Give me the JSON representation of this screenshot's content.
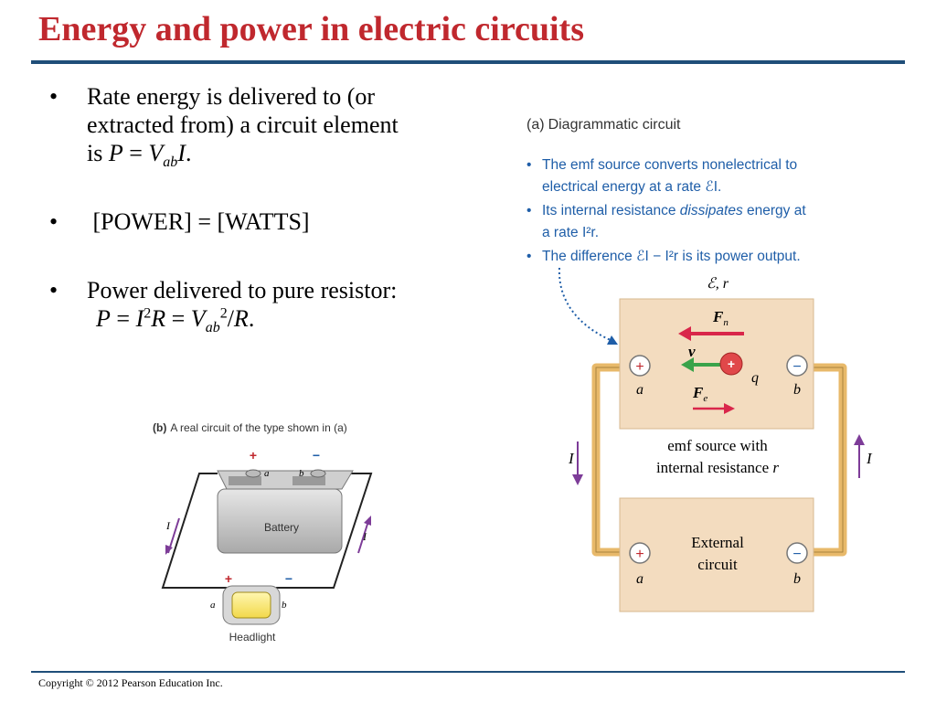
{
  "slide": {
    "title": "Energy and power in electric circuits",
    "copyright": "Copyright © 2012 Pearson Education Inc."
  },
  "bullets": [
    {
      "glyph": "•",
      "line1": "Rate energy is delivered to (or",
      "line2": "extracted from) a circuit element",
      "line3_prefix": "is ",
      "eq_P": "P",
      "eq_eq": " = ",
      "eq_V": "V",
      "eq_sub": "ab",
      "eq_I": "I",
      "eq_end": "."
    },
    {
      "glyph": "•",
      "text": " [POWER] = [WATTS]"
    },
    {
      "glyph": "•",
      "line1": "Power delivered to pure resistor:",
      "f_P": "P",
      "f_eq1": " = ",
      "f_I": "I",
      "f_sup": "2",
      "f_R": "R",
      "f_eq2": " = ",
      "f_V": "V",
      "f_sub": "ab",
      "f_sup2": "2",
      "f_slash": "/",
      "f_R2": "R",
      "f_end": "."
    }
  ],
  "figure_b": {
    "caption_letter": "(b)",
    "caption_text": "A real circuit of the type shown in (a)",
    "battery_label": "Battery",
    "headlight_label": "Headlight",
    "plus": "+",
    "minus": "−",
    "a": "a",
    "b": "b",
    "current": "I"
  },
  "figure_a": {
    "caption_letter": "(a)",
    "caption_text": "Diagrammatic circuit",
    "notes": [
      {
        "l1": "The emf source converts nonelectrical to",
        "l2": "electrical energy at a rate ℰI."
      },
      {
        "l1a": "Its internal resistance ",
        "l1b": "dissipates",
        "l1c": " energy at",
        "l2": "a rate I²r."
      },
      {
        "l1": "The difference ℰI − I²r is its power output."
      }
    ],
    "emf_label": "ℰ, r",
    "Fn": "F",
    "Fn_sub": "n",
    "Fe": "F",
    "Fe_sub": "e",
    "v": "v",
    "q": "q",
    "source_l1": "emf source with",
    "source_l2": "internal resistance ",
    "source_r": "r",
    "external_l1": "External",
    "external_l2": "circuit",
    "plus": "+",
    "minus": "−",
    "a": "a",
    "b": "b",
    "current": "I"
  },
  "colors": {
    "title": "#c0282e",
    "rule": "#1f4e79",
    "box_fill": "#f3dcbf",
    "wire": "#e8b96a",
    "red_arrow": "#d9264a",
    "green_arrow": "#3aa34a",
    "purple": "#7d3c98",
    "caption_blue": "#1f5ea8"
  }
}
